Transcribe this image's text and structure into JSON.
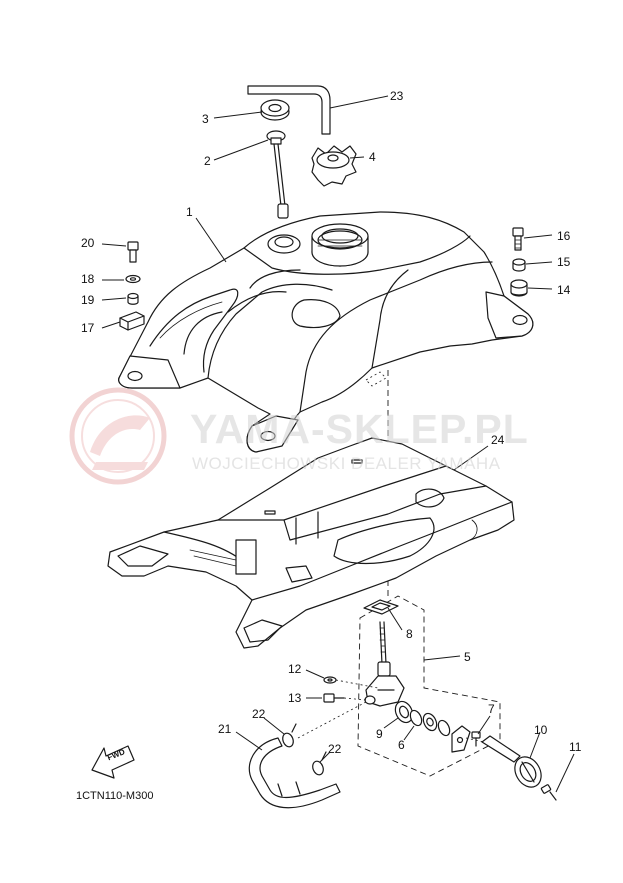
{
  "watermark": {
    "title": "YAMA-SKLEP.PL",
    "subtitle": "WOJCIECHOWSKI DEALER YAMAHA"
  },
  "figure_code": "1CTN110-M300",
  "fwd_label": "FWD",
  "callouts": {
    "c1": "1",
    "c2": "2",
    "c3": "3",
    "c4": "4",
    "c5": "5",
    "c6": "6",
    "c7": "7",
    "c8": "8",
    "c9": "9",
    "c10": "10",
    "c11": "11",
    "c12": "12",
    "c13": "13",
    "c14": "14",
    "c15": "15",
    "c16": "16",
    "c17": "17",
    "c18": "18",
    "c19": "19",
    "c20": "20",
    "c21": "21",
    "c22a": "22",
    "c22b": "22",
    "c23": "23",
    "c24": "24"
  },
  "colors": {
    "line": "#1a1a1a",
    "watermark": "#e3a8a8"
  }
}
